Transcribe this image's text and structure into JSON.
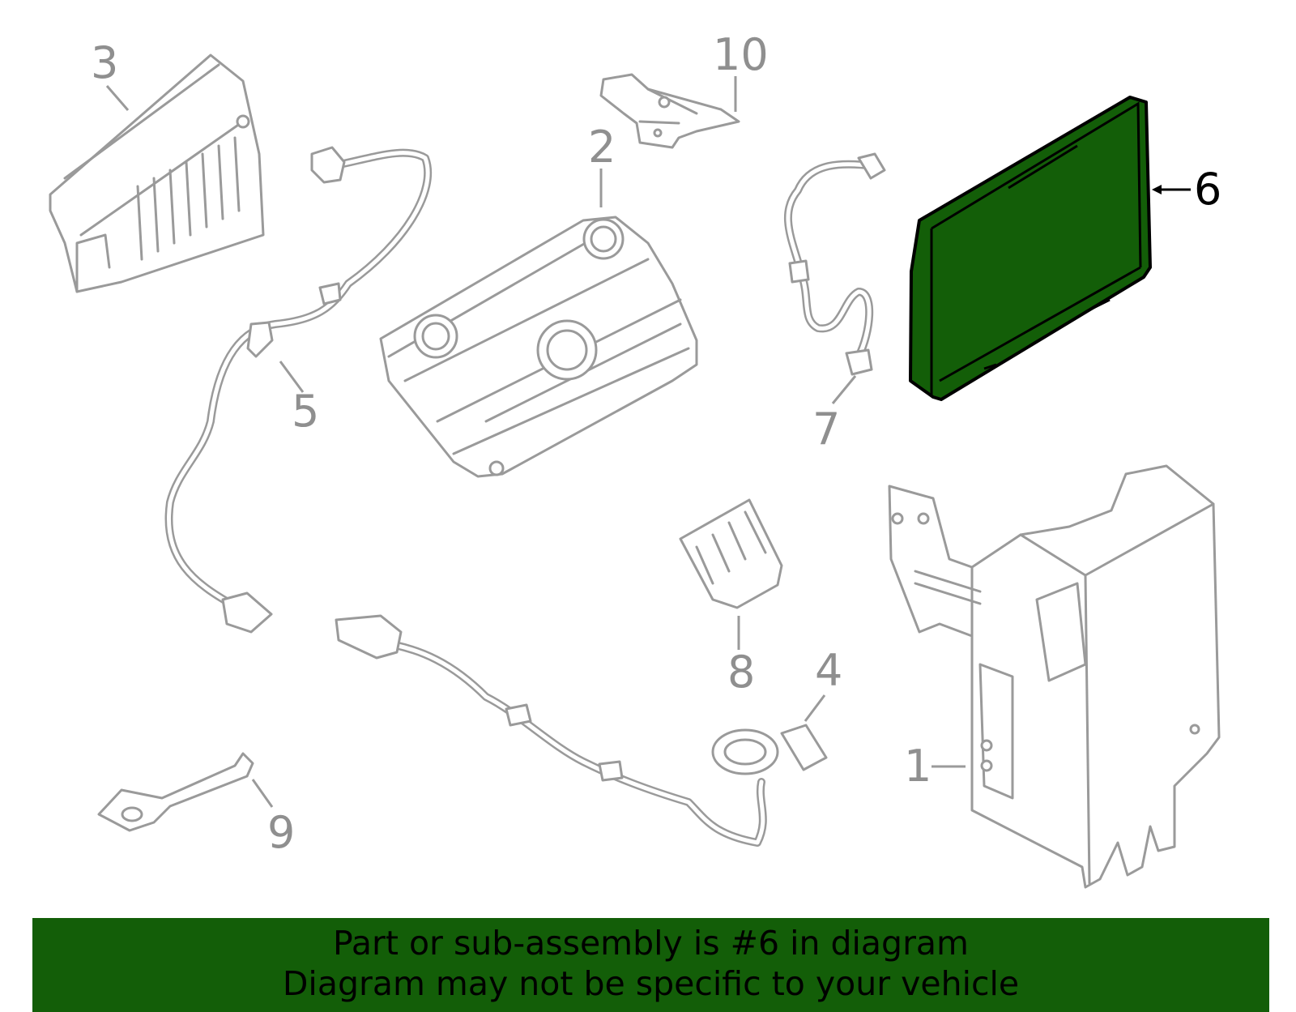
{
  "callouts": {
    "c1": "1",
    "c2": "2",
    "c3": "3",
    "c4": "4",
    "c5": "5",
    "c6": "6",
    "c7": "7",
    "c8": "8",
    "c9": "9",
    "c10": "10"
  },
  "highlight_part": "6",
  "colors": {
    "highlight": "#135e08",
    "outline": "#9a9a9a",
    "banner": "#135e08"
  },
  "banner": {
    "line1": "Part or sub-assembly is #6 in diagram",
    "line2": "Diagram may not be specific to your vehicle"
  }
}
